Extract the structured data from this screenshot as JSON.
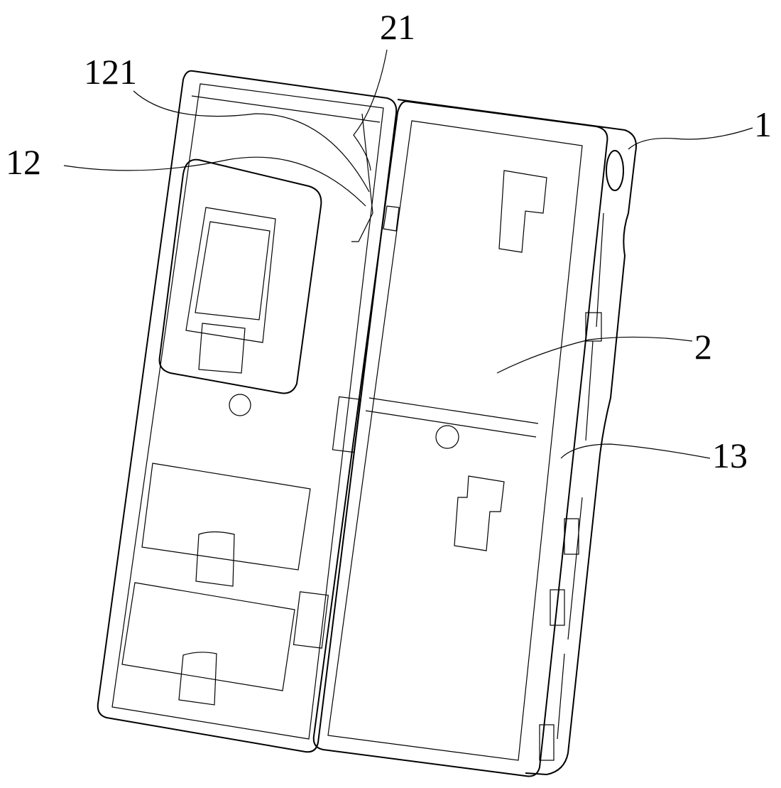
{
  "figure": {
    "reference_labels": {
      "label_21": "21",
      "label_121": "121",
      "label_12": "12",
      "label_1": "1",
      "label_2": "2",
      "label_13": "13"
    }
  }
}
